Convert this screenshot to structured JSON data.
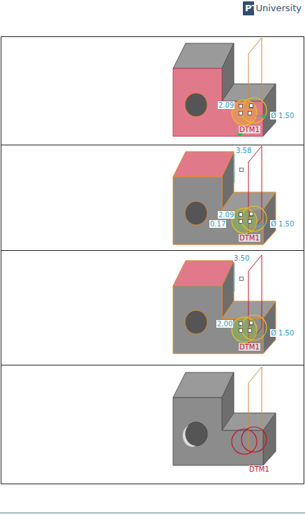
{
  "diagram": {
    "labels": [
      "PTC",
      "University",
      "2.09",
      "Ø 1.50",
      "DTM1",
      "3.58",
      "2.09",
      "0.17",
      "Ø 1.50",
      "DTM1",
      "3.50",
      "2.00",
      "Ø 1.50",
      "DTM1",
      "DTM1"
    ]
  }
}
